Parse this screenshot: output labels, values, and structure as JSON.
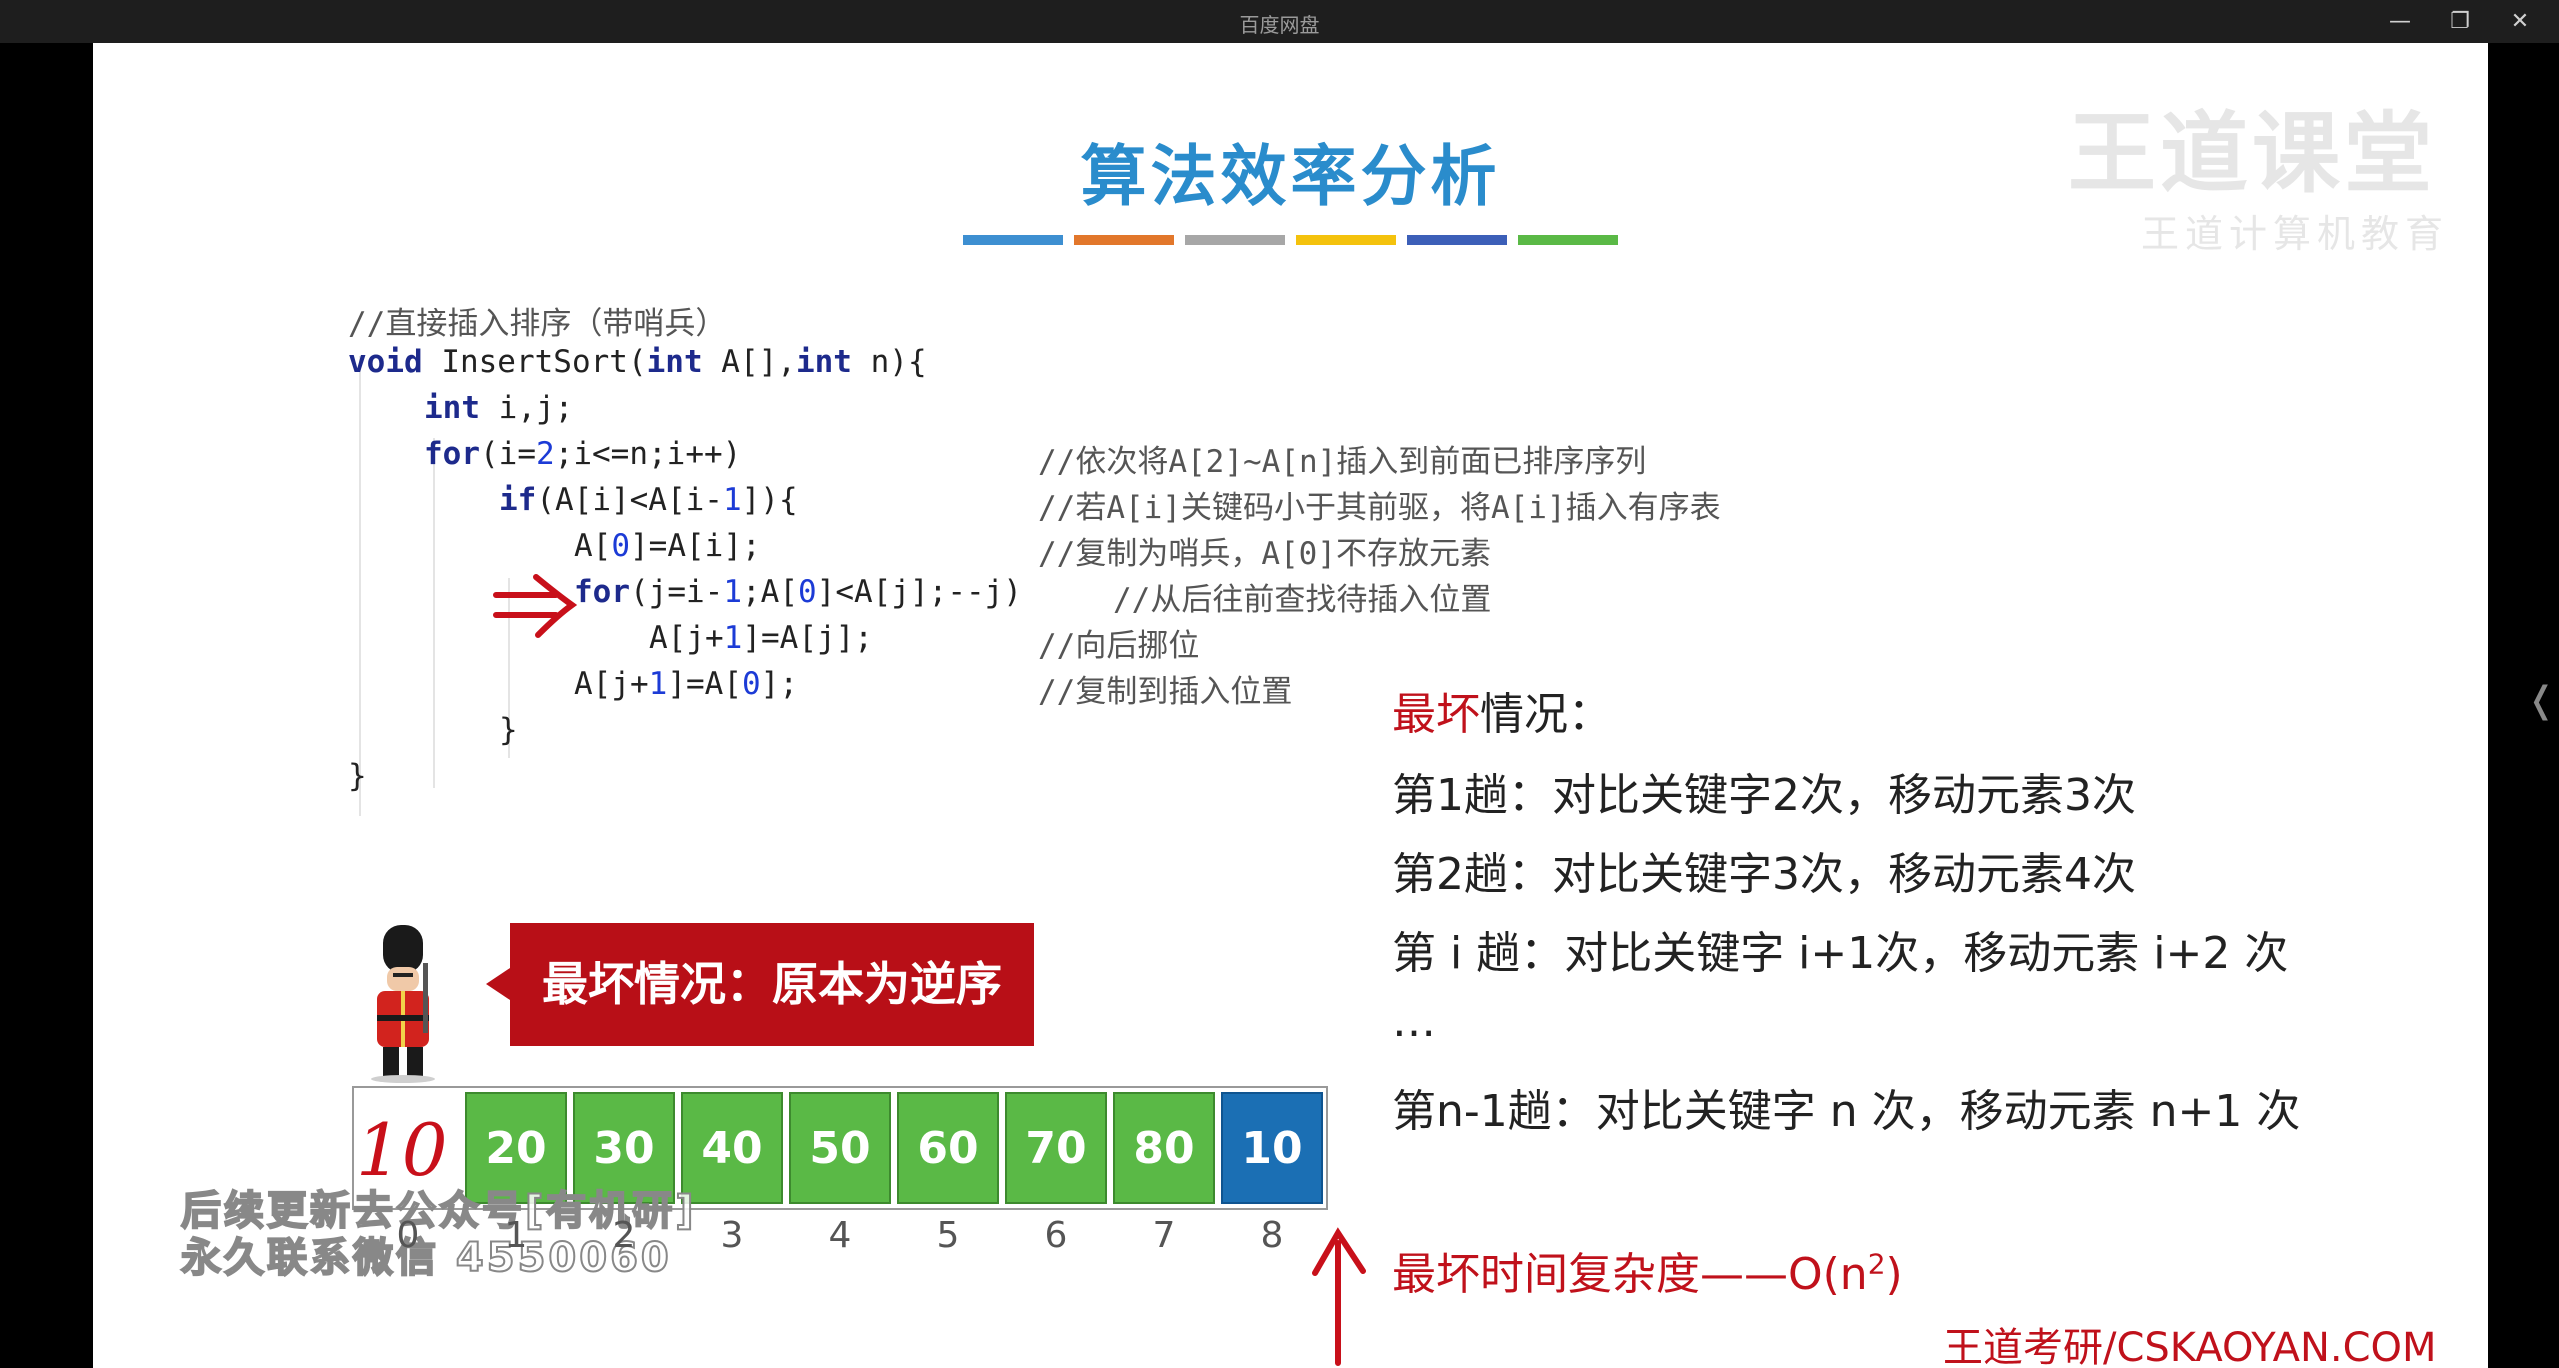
{
  "window": {
    "title": "百度网盘",
    "controls": {
      "minimize": "—",
      "restore": "❐",
      "close": "✕"
    },
    "side_arrow": "❬"
  },
  "slide": {
    "title": "算法效率分析",
    "accent_bars": [
      "#3d8fd1",
      "#e2772b",
      "#a7a7a7",
      "#f4c20d",
      "#3c5fb8",
      "#5ab946"
    ],
    "watermark": {
      "main": "王道课堂",
      "sub": "王道计算机教育"
    },
    "code": {
      "l1": "//直接插入排序（带哨兵）",
      "l2a": "void",
      "l2b": " InsertSort(",
      "l2c": "int",
      "l2d": " A[],",
      "l2e": "int",
      "l2f": " n){",
      "l3a": "int",
      "l3b": " i,j;",
      "l4a": "for",
      "l4b": "(i=",
      "l4c": "2",
      "l4d": ";i<=n;i++)",
      "l4cmt": "//依次将A[2]~A[n]插入到前面已排序序列",
      "l5a": "if",
      "l5b": "(A[i]<A[i-",
      "l5c": "1",
      "l5d": "]){",
      "l5cmt": "//若A[i]关键码小于其前驱，将A[i]插入有序表",
      "l6a": "A[",
      "l6b": "0",
      "l6c": "]=A[i];",
      "l6cmt": "//复制为哨兵，A[0]不存放元素",
      "l7a": "for",
      "l7b": "(j=i-",
      "l7c": "1",
      "l7d": ";A[",
      "l7e": "0",
      "l7f": "]<A[j];--j)",
      "l7cmt": "//从后往前查找待插入位置",
      "l8a": "A[j+",
      "l8b": "1",
      "l8c": "]=A[j];",
      "l8cmt": "//向后挪位",
      "l9a": "A[j+",
      "l9b": "1",
      "l9c": "]=A[",
      "l9d": "0",
      "l9e": "];",
      "l9cmt": "//复制到插入位置",
      "l10": "}",
      "l11": "}"
    },
    "worst_heading": {
      "red": "最坏",
      "rest": "情况："
    },
    "passes": [
      "第1趟：对比关键字2次，移动元素3次",
      "第2趟：对比关键字3次，移动元素4次",
      "第 i 趟：对比关键字 i+1次，移动元素 i+2 次",
      "…",
      "第n-1趟：对比关键字 n 次，移动元素 n+1 次"
    ],
    "callout": "最坏情况：原本为逆序",
    "array": {
      "values": [
        "",
        "20",
        "30",
        "40",
        "50",
        "60",
        "70",
        "80",
        "10"
      ],
      "indices": [
        "0",
        "1",
        "2",
        "3",
        "4",
        "5",
        "6",
        "7",
        "8"
      ],
      "handwritten_value": "10"
    },
    "overlay": {
      "line1": "后续更新去公众号[有机研]",
      "line2": "永久联系微信 4550060"
    },
    "complexity": {
      "text": "最坏时间复杂度——O(n",
      "sup": "2",
      "close": ")"
    },
    "brand": "王道考研/CSKAOYAN.COM"
  },
  "colors": {
    "title": "#2a8ccc",
    "red": "#c0111b",
    "green_cell": "#5ab946",
    "blue_cell": "#1b6fb4"
  }
}
